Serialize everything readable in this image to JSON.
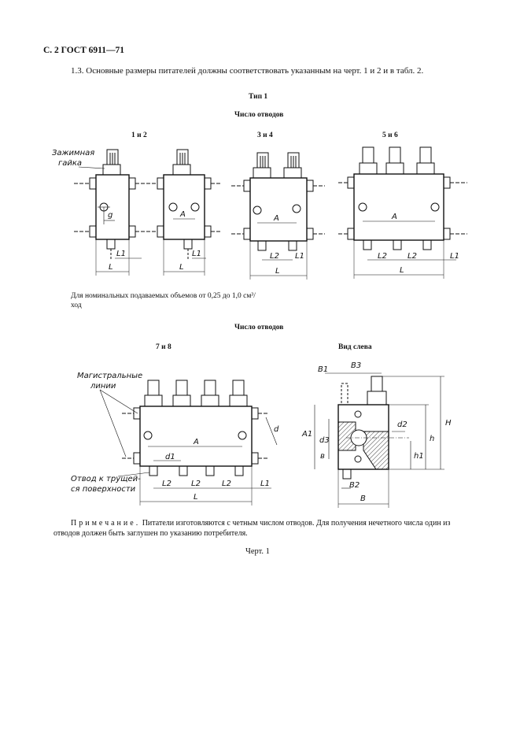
{
  "page_header": "С. 2 ГОСТ 6911—71",
  "paragraph": "1.3. Основные размеры питателей должны соответствовать указанным на черт. 1 и 2 и в табл. 2.",
  "type_label": "Тип 1",
  "outlets_label_1": "Число отводов",
  "counts": {
    "c12": "1 и 2",
    "c34": "3 и 4",
    "c56": "5 и 6",
    "c78": "7 и 8"
  },
  "left_view_label": "Вид слева",
  "outlets_label_2": "Число отводов",
  "volume_note": "Для номинальных подаваемых объемов от 0,25 до 1,0 см³/ход",
  "callouts": {
    "clamp_nut_1": "Зажимная",
    "clamp_nut_2": "гайка",
    "main_lines_1": "Магистральные",
    "main_lines_2": "линии",
    "outlet_1": "Отвод к трущей-",
    "outlet_2": "ся поверхности"
  },
  "dims": {
    "A": "A",
    "L": "L",
    "L1": "L1",
    "L2": "L2",
    "g": "g",
    "d": "d",
    "d1": "d1",
    "d2": "d2",
    "d3": "d3",
    "A1": "A1",
    "B": "B",
    "B1": "B1",
    "B2": "B2",
    "B3": "B3",
    "H": "H",
    "h": "h",
    "h1": "h1",
    "v": "в"
  },
  "note_lead": "Примечание.",
  "note_text": " Питатели изготовляются с четным числом отводов. Для получения нечетного числа один из отводов должен быть заглушен по указанию потребителя.",
  "figure_caption": "Черт. 1"
}
